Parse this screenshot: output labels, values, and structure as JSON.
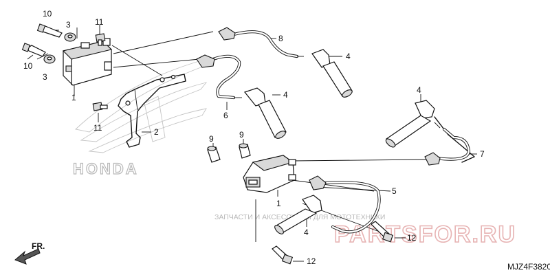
{
  "brand_watermark": "HONDA",
  "shop_tagline": "ЗАПЧАСТИ И АКСЕССУАРЫ ДЛЯ МОТОТЕХНИКИ",
  "shop_logo": "PARTSFOR.RU",
  "direction_label": "FR.",
  "diagram_code": "MJZ4F3820",
  "callouts": {
    "c10a": "10",
    "c10b": "10",
    "c3a": "3",
    "c3b": "3",
    "c11a": "11",
    "c11b": "11",
    "c1a": "1",
    "c2": "2",
    "c8": "8",
    "c4a": "4",
    "c4b": "4",
    "c6": "6",
    "c4c": "4",
    "c7": "7",
    "c9a": "9",
    "c9b": "9",
    "c1b": "1",
    "c5": "5",
    "c4d": "4",
    "c12a": "12",
    "c12b": "12"
  }
}
